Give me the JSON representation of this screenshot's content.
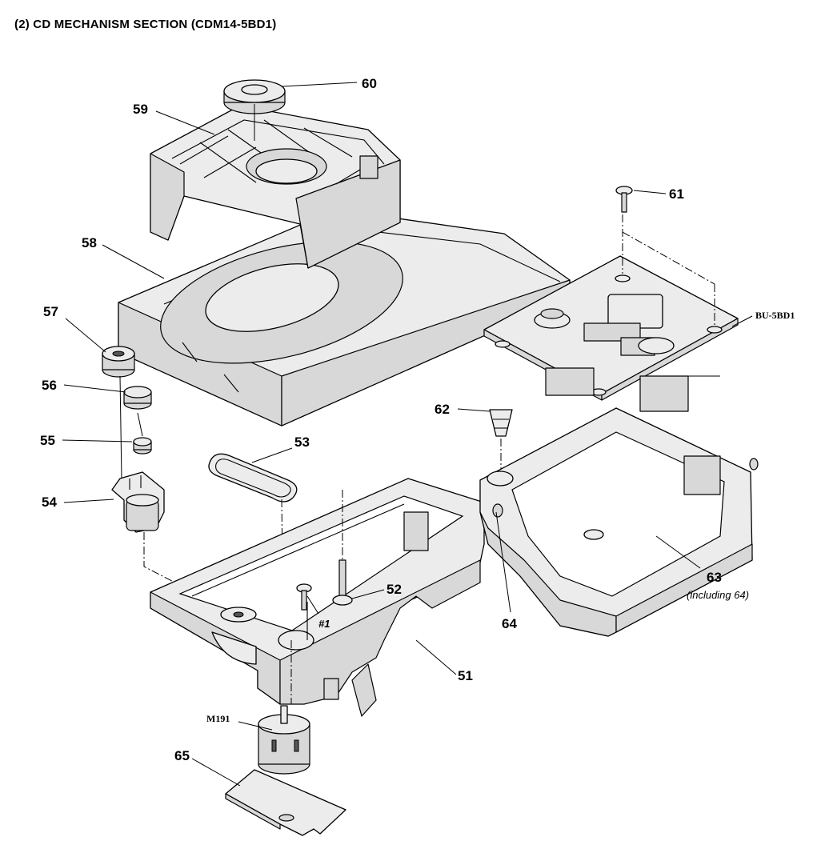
{
  "title": "(2) CD  MECHANISM  SECTION (CDM14-5BD1)",
  "labels": {
    "p51": "51",
    "p52": "52",
    "p53": "53",
    "p54": "54",
    "p55": "55",
    "p56": "56",
    "p57": "57",
    "p58": "58",
    "p59": "59",
    "p60": "60",
    "p61": "61",
    "p62": "62",
    "p63": "63",
    "p63_note": "(including 64)",
    "p64": "64",
    "p65": "65",
    "bu": "BU-5BD1",
    "motor": "M191",
    "screw_ref": "#1"
  }
}
